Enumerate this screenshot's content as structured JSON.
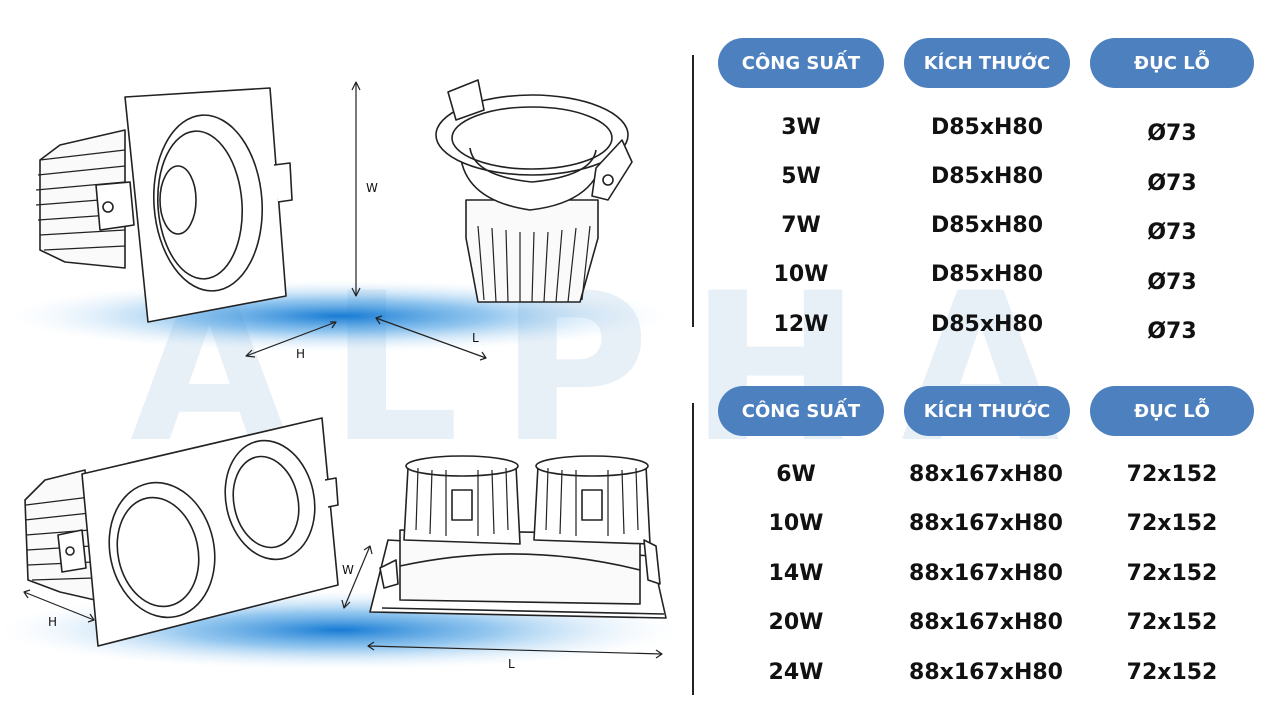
{
  "watermark": "ALPHA",
  "diagram_labels": {
    "top_w": "W",
    "top_h": "H",
    "top_l": "L",
    "bottom_w": "W",
    "bottom_h": "H",
    "bottom_l": "L"
  },
  "table1": {
    "headers": [
      "CÔNG SUẤT",
      "KÍCH THƯỚC",
      "ĐỤC LỖ"
    ],
    "rows": [
      [
        "3W",
        "D85xH80",
        "Ø73"
      ],
      [
        "5W",
        "D85xH80",
        "Ø73"
      ],
      [
        "7W",
        "D85xH80",
        "Ø73"
      ],
      [
        "10W",
        "D85xH80",
        "Ø73"
      ],
      [
        "12W",
        "D85xH80",
        "Ø73"
      ]
    ]
  },
  "table2": {
    "headers": [
      "CÔNG SUẤT",
      "KÍCH THƯỚC",
      "ĐỤC LỖ"
    ],
    "rows": [
      [
        "6W",
        "88x167xH80",
        "72x152"
      ],
      [
        "10W",
        "88x167xH80",
        "72x152"
      ],
      [
        "14W",
        "88x167xH80",
        "72x152"
      ],
      [
        "20W",
        "88x167xH80",
        "72x152"
      ],
      [
        "24W",
        "88x167xH80",
        "72x152"
      ]
    ]
  },
  "colors": {
    "header_pill": "#4d80be",
    "glow": "#1a86d8",
    "text": "#111111",
    "watermark": "#e8f0f7"
  }
}
